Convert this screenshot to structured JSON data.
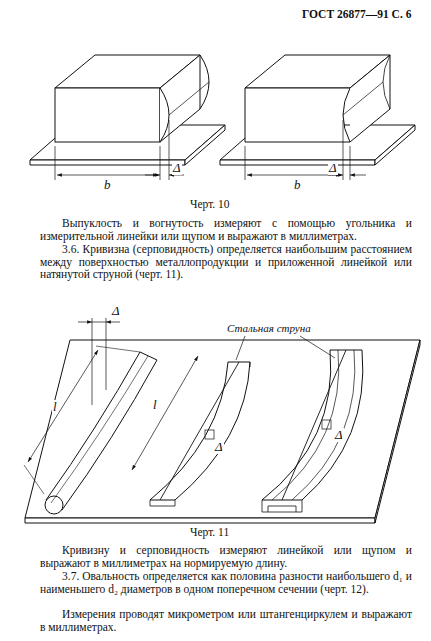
{
  "diagram": {
    "labels": [
      "ГОСТ 26877—91 С. 6",
      "b",
      "Δ",
      "Δ",
      "b",
      "Черт. 10",
      "Выпуклость и вогнутость измеряют с помощью угольника и измерительной линейки или щупом и выражают в миллиметрах.",
      "3.6. Кривизна (серповидность) определяется наибольшим расстоянием между поверхностью металлопродукции и приложенной линейкой или натянутой струной (черт. 11).",
      "Δ",
      "Стальная струна",
      "l",
      "l",
      "Δ",
      "Δ",
      "Черт. 11",
      "Кривизну и серповидность измеряют линейкой или щупом и выражают в миллиметрах на нормируемую длину.",
      "3.7. Овальность определяется как половина разности наибольшего d₁ и наименьшего d₂ диаметров в одном поперечном сечении (черт. 12).",
      "Измерения проводят микрометром или штангенциркулем и выражают в миллиметрах."
    ]
  }
}
